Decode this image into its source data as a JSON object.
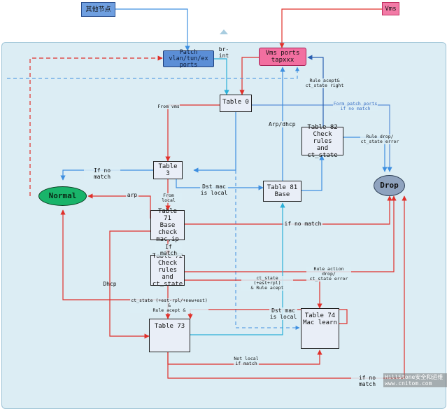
{
  "nodes": {
    "other_node": "其他节点",
    "vms": "Vms",
    "patch_ports": "Patch\nvlan/tun/ex\nports",
    "vms_ports": "Vms ports\ntapxxx",
    "table0": "Table 0",
    "table3": "Table 3",
    "table71": "Table 71\nBase\ncheck\nmac,ip",
    "table72": "Table 72\nCheck\nrules and\nct_state",
    "table73": "Table 73",
    "table74": "Table 74\nMac learn",
    "table81": "Table 81\nBase",
    "table82": "Table 82\nCheck rules\nand\nct_state",
    "normal": "Normal",
    "drop": "Drop"
  },
  "labels": {
    "br_int": "br-int",
    "rule_acept_ct_state_right": "Rule acept&\nct_state right",
    "form_patch_ports": "Form patch ports\nif no match",
    "from_vms": "From vms",
    "arp_dhcp": "Arp/dhcp",
    "rule_drop_ct_state_error": "Rule drop/\nct_state error",
    "if_no_match_t3": "If no match",
    "dst_mac_is_local_t3": "Dst mac\nis local",
    "arp": "arp",
    "from_local": "From local",
    "if_no_match_t71": "if no match",
    "if_match": "If match",
    "dhcp": "Dhcp",
    "rule_action_drop": "Rule action drop/\nct_state error",
    "ct_state_est_rpl": "ct_state (+est+rpl)\n& Rule acept",
    "ct_state_est_rpl_new_est": "ct_state (+est-rpl/+new+est) &\nRule acept &",
    "dst_mac_is_local_t74": "Dst mac\nis local",
    "not_local_if_match": "Not local\nif match",
    "if_no_match_bottom": "if no match"
  },
  "watermark": "HillStone安全和运维 www.cnitom.com",
  "colors": {
    "red": "#e0302a",
    "blue": "#3e8fe0",
    "cyan": "#2bb0d8",
    "dark_blue": "#2a5fb0",
    "panel": "#dcedf4"
  }
}
